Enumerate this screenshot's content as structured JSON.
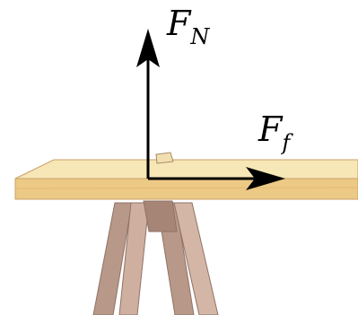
{
  "forces": {
    "normal": {
      "symbol": "F",
      "subscript": "N",
      "direction": "up"
    },
    "friction": {
      "symbol": "F",
      "subscript": "f",
      "direction": "right"
    }
  },
  "colors": {
    "board_top": "#f7e6b6",
    "board_front": "#ecc985",
    "board_edge": "#c9a267",
    "trestle": "#c8a898",
    "trestle_dark": "#9c7f72",
    "arrow": "#000000"
  }
}
